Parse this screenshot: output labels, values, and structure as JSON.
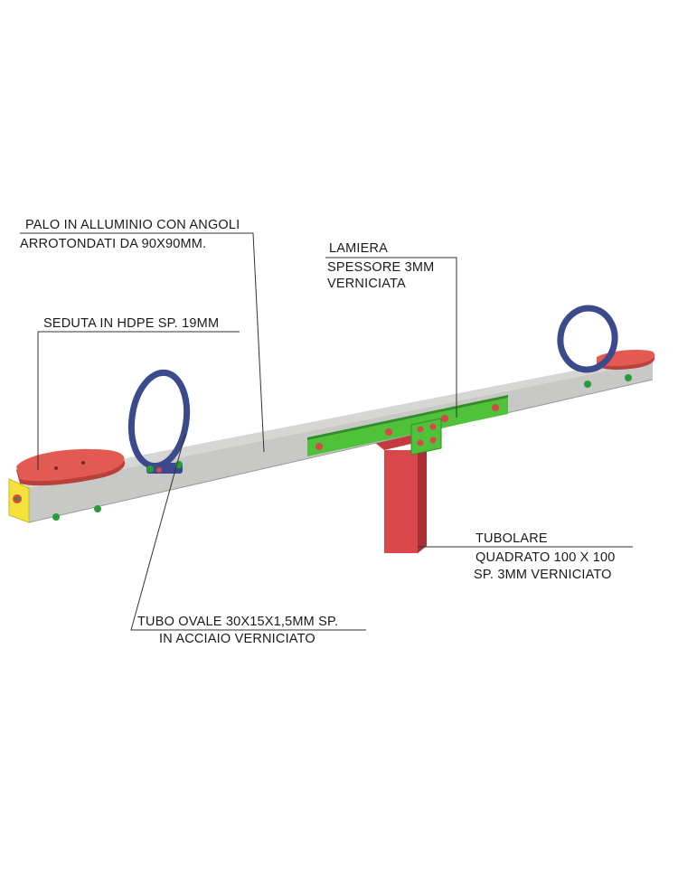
{
  "labels": {
    "palo": [
      "PALO IN ALLUMINIO CON ANGOLI",
      "ARROTONDATI DA 90X90MM."
    ],
    "lamiera": [
      "LAMIERA",
      "SPESSORE 3MM",
      "VERNICIATA"
    ],
    "seduta": [
      "SEDUTA IN HDPE SP. 19MM"
    ],
    "tubolare": [
      "TUBOLARE",
      "QUADRATO 100 X 100",
      "SP. 3MM VERNICIATO"
    ],
    "tubo": [
      "TUBO OVALE 30X15X1,5MM SP.",
      "IN ACCIAIO VERNICIATO"
    ]
  },
  "colors": {
    "beam": "#c8c8c6",
    "beam_dark": "#a9a9a7",
    "seat": "#e35a52",
    "seat_dark": "#b8413b",
    "post": "#d9474a",
    "post_dark": "#a83034",
    "plate": "#4fc23a",
    "plate_dark": "#2f8f25",
    "handle": "#3b4a8c",
    "endcap": "#f2e23a",
    "bolt": "#2a9a3a"
  }
}
